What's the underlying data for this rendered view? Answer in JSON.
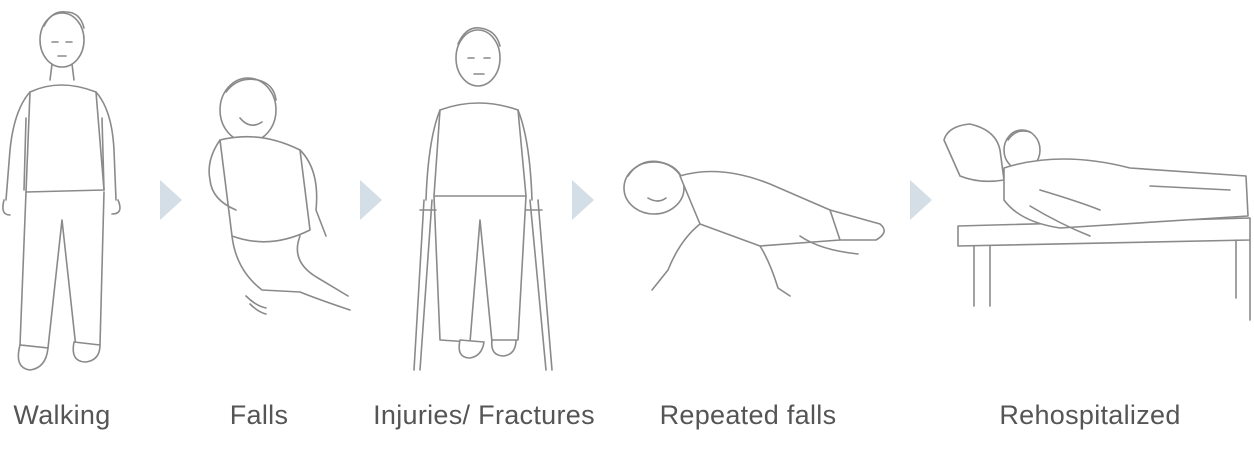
{
  "stages": [
    {
      "id": "walking",
      "label": "Walking"
    },
    {
      "id": "falls",
      "label": "Falls"
    },
    {
      "id": "injuries",
      "label": "Injuries/ Fractures"
    },
    {
      "id": "repeated",
      "label": "Repeated falls"
    },
    {
      "id": "rehospitalized",
      "label": "Rehospitalized"
    }
  ],
  "colors": {
    "arrow": "#d3dee6",
    "line": "#8a8a8a",
    "text": "#555555"
  },
  "icons": [
    "standing-man-icon",
    "falling-man-icon",
    "man-on-crutches-icon",
    "man-fallen-icon",
    "patient-in-bed-icon",
    "chevron-right-icon"
  ]
}
